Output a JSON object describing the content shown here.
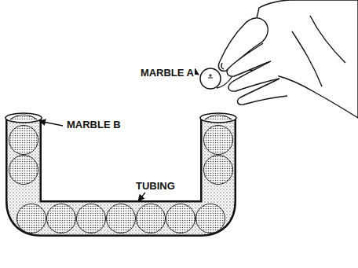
{
  "diagram": {
    "labels": [
      "MARBLE A",
      "MARBLE B",
      "TUBING"
    ]
  }
}
